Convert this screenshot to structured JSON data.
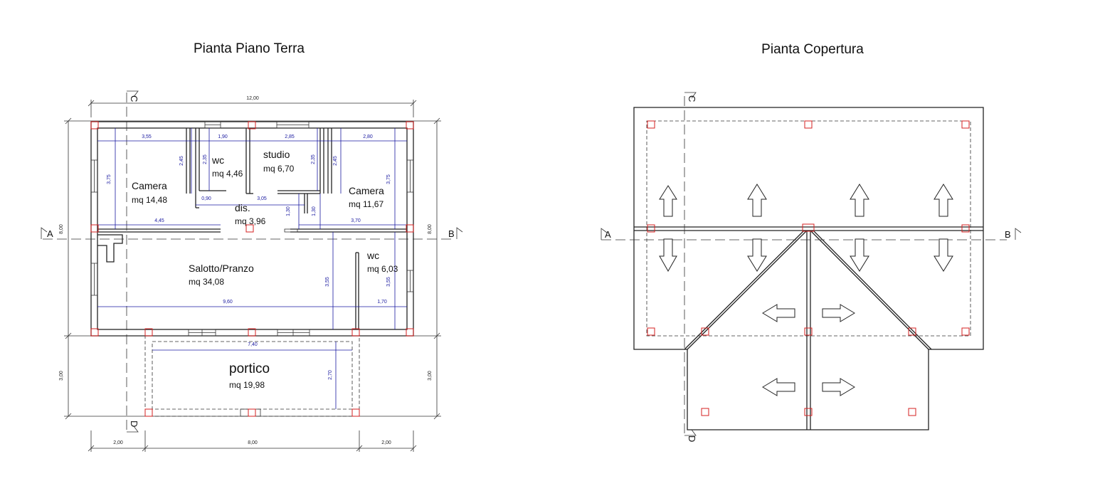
{
  "titles": {
    "ground_floor": "Pianta Piano Terra",
    "roof": "Pianta Copertura"
  },
  "rooms": {
    "camera_left": {
      "name": "Camera",
      "area": "mq 14,48"
    },
    "wc_top": {
      "name": "wc",
      "area": "mq 4,46"
    },
    "studio": {
      "name": "studio",
      "area": "mq 6,70"
    },
    "camera_right": {
      "name": "Camera",
      "area": "mq 11,67"
    },
    "dis": {
      "name": "dis.",
      "area": "mq 3,96"
    },
    "salotto": {
      "name": "Salotto/Pranzo",
      "area": "mq 34,08"
    },
    "wc_right": {
      "name": "wc",
      "area": "mq 6,03"
    },
    "portico": {
      "name": "portico",
      "area": "mq 19,98"
    }
  },
  "dimensions": {
    "total_width": "12,00",
    "total_height_left": "8,00",
    "total_height_right": "8,00",
    "portico_height_left": "3,00",
    "portico_height_right": "3,00",
    "bottom_left": "2,00",
    "bottom_mid": "8,00",
    "bottom_right": "2,00",
    "camera_left_w": "3,55",
    "wc_w": "1,90",
    "studio_w": "2,85",
    "camera_right_w": "2,80",
    "camera_left_h": "3,75",
    "camera_right_h": "3,75",
    "wc_h1": "2,45",
    "wc_h2": "2,35",
    "studio_h1": "2,35",
    "studio_h2": "2,45",
    "wc_door": "0,90",
    "dis_w": "3,05",
    "dis_h1": "1,30",
    "dis_h2": "1,30",
    "left_lower_w": "4,45",
    "right_lower_w": "3,70",
    "salotto_w": "9,60",
    "wc_right_w": "1,70",
    "salotto_h": "3,55",
    "wc_right_h": "3,55",
    "portico_w": "7,40",
    "portico_h": "2,70"
  },
  "sections": {
    "a": "A",
    "b": "B",
    "c": "C",
    "d": "D"
  },
  "icons": {
    "column": "square-column-icon",
    "slope": "arrow-icon"
  }
}
